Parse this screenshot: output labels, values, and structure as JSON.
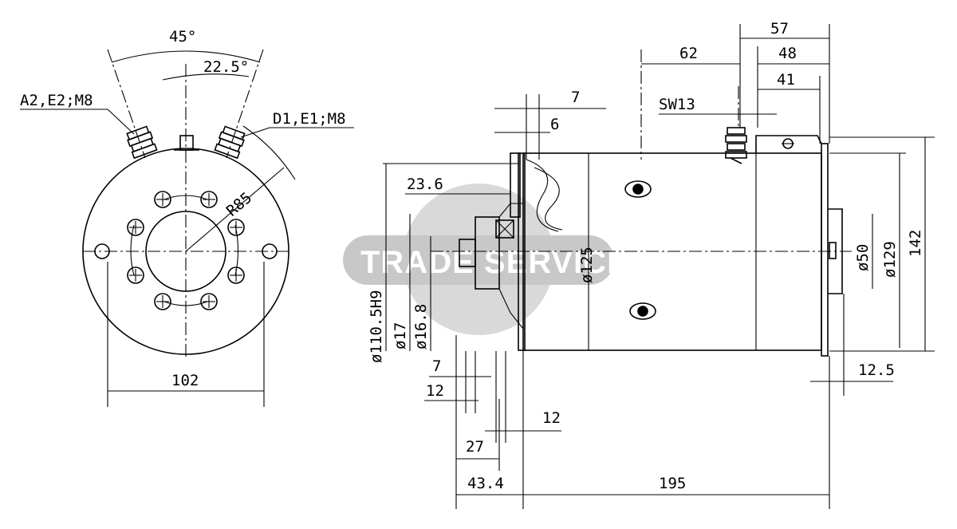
{
  "watermark": {
    "text": "TRADE SERVICE",
    "circle_color": "#d9d9d9",
    "band_color": "#c8c8c8"
  },
  "front_view": {
    "labels": {
      "angle_total": "45°",
      "angle_half": "22.5°",
      "terminal_left": "A2,E2;M8",
      "terminal_right": "D1,E1;M8",
      "radius": "R85",
      "width": "102"
    }
  },
  "side_view": {
    "labels": {
      "dim_57": "57",
      "dim_62": "62",
      "dim_48": "48",
      "dim_41": "41",
      "sw13": "SW13",
      "dim_7_top": "7",
      "dim_6": "6",
      "dim_23_6": "23.6",
      "dia_125": "ø125",
      "dia_110": "ø110.5H9",
      "dia_17": "ø17",
      "dia_16_8": "ø16.8",
      "dia_50": "ø50",
      "dia_129": "ø129",
      "dim_142": "142",
      "dim_7_bottom": "7",
      "dim_12_left": "12",
      "dim_12_mid": "12",
      "dim_12_5": "12.5",
      "dim_27": "27",
      "dim_43_4": "43.4",
      "dim_195": "195"
    }
  }
}
